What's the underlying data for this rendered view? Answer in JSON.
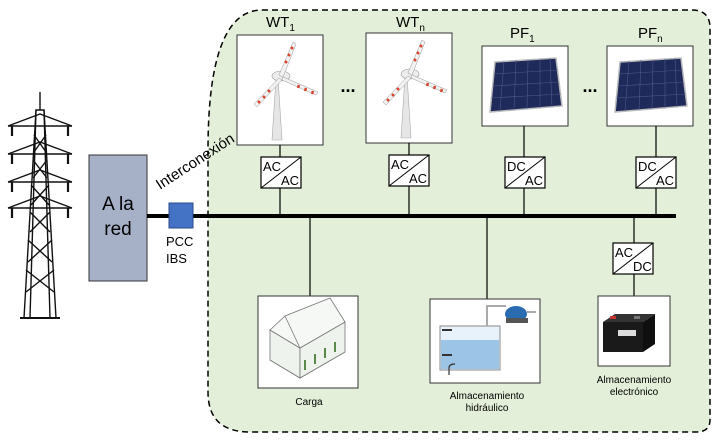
{
  "labels": {
    "grid": "A la red",
    "grid_line1": "A la",
    "grid_line2": "red",
    "interconnection": "Interconexión",
    "pcc": "PCC",
    "ibs": "IBS",
    "wt1_base": "WT",
    "wt1_sub": "1",
    "wtn_base": "WT",
    "wtn_sub": "n",
    "pf1_base": "PF",
    "pf1_sub": "1",
    "pfn_base": "PF",
    "pfn_sub": "n",
    "ellipsis": "...",
    "load": "Carga",
    "hydro_line1": "Almacenamiento",
    "hydro_line2": "hidráulico",
    "elec_line1": "Almacenamiento",
    "elec_line2": "electrónico"
  },
  "converters": {
    "wt1": {
      "top": "AC",
      "bottom": "AC"
    },
    "wtn": {
      "top": "AC",
      "bottom": "AC"
    },
    "pf1": {
      "top": "DC",
      "bottom": "AC"
    },
    "pfn": {
      "top": "DC",
      "bottom": "AC"
    },
    "battery": {
      "top": "AC",
      "bottom": "DC"
    }
  },
  "colors": {
    "microgrid_fill": "#e3efd9",
    "grid_box": "#a6b1c8",
    "pcc_box": "#4472c4",
    "bus": "#000000",
    "solar_panel": "#1e2a5a",
    "turbine_stripe": "#d6442b",
    "water": "#2b6cb0"
  }
}
